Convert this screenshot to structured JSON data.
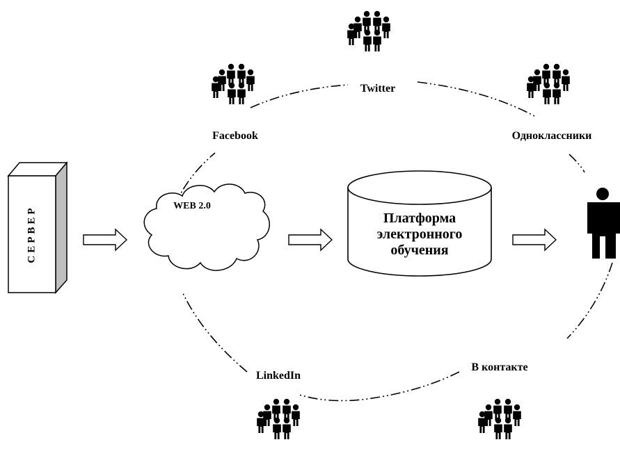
{
  "server": {
    "label": "СЕРВЕР"
  },
  "cloud": {
    "label": "WEB 2.0"
  },
  "platform": {
    "lines": [
      "Платформа",
      "электронного",
      "обучения"
    ]
  },
  "networks": {
    "twitter": "Twitter",
    "facebook": "Facebook",
    "odnoklassniki": "Одноклассники",
    "linkedin": "LinkedIn",
    "vkontakte": "В контакте"
  },
  "colors": {
    "line": "#000000",
    "server_side": "#bfbfbf",
    "background": "#ffffff"
  },
  "icons": {
    "people_group": "people-group-icon",
    "user": "user-icon",
    "arrow": "right-arrow-icon"
  }
}
